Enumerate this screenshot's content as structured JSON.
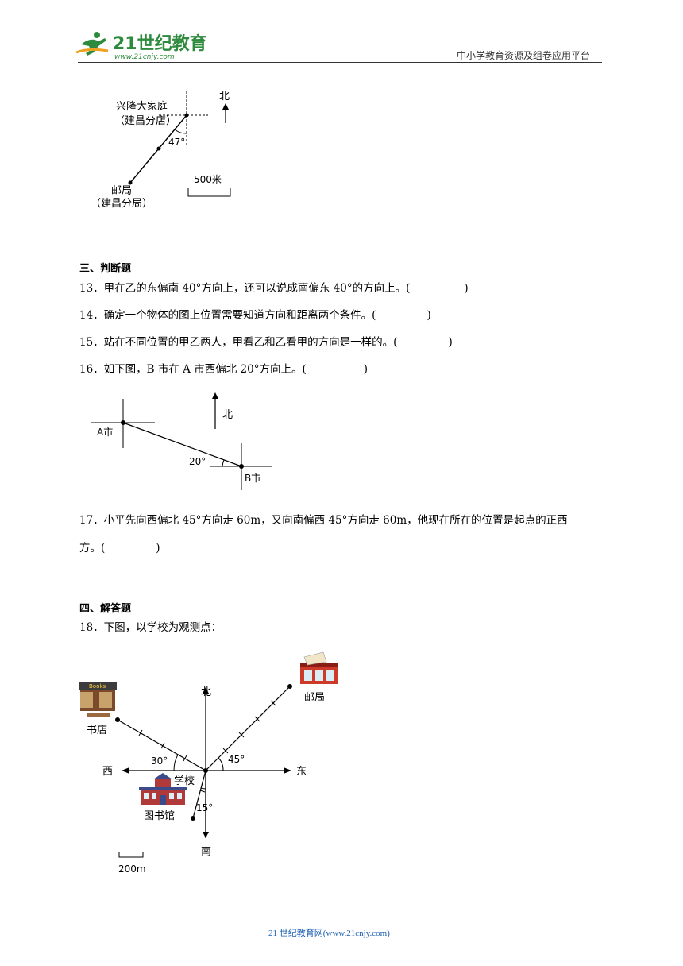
{
  "header": {
    "logo_main": "21世纪教育",
    "logo_sub": "www.21cnjy.com",
    "platform": "中小学教育资源及组卷应用平台"
  },
  "figure1": {
    "place_top_line1": "兴隆大家庭",
    "place_top_line2": "（建昌分店）",
    "place_bottom_line1": "邮局",
    "place_bottom_line2": "（建昌分局）",
    "angle": "47°",
    "north": "北",
    "scale": "500米"
  },
  "section3": {
    "title": "三、判断题",
    "q13": "13．甲在乙的东偏南 40°方向上，还可以说成南偏东 40°的方向上。(",
    "q14": "14．确定一个物体的图上位置需要知道方向和距离两个条件。(",
    "q15": "15．站在不同位置的甲乙两人，甲看乙和乙看甲的方向是一样的。(",
    "q16": "16．如下图，B 市在 A 市西偏北 20°方向上。(",
    "q17_line1": "17．小平先向西偏北 45°方向走 60m，又向南偏西 45°方向走 60m，他现在所在的位置是起点的正西",
    "q17_line2": "方。(",
    "close": ")"
  },
  "figure2": {
    "a_city": "A市",
    "b_city": "B市",
    "north": "北",
    "angle": "20°"
  },
  "section4": {
    "title": "四、解答题",
    "q18": "18．下图，以学校为观测点："
  },
  "figure3": {
    "north": "北",
    "south": "南",
    "east": "东",
    "west": "西",
    "school": "学校",
    "bookstore": "书店",
    "post_office": "邮局",
    "library": "图书馆",
    "angle_bookstore": "30°",
    "angle_post": "45°",
    "angle_library": "15°",
    "scale": "200m",
    "bookstore_sign": "Books"
  },
  "footer": {
    "text": "21 世纪教育网(www.21cnjy.com)"
  }
}
